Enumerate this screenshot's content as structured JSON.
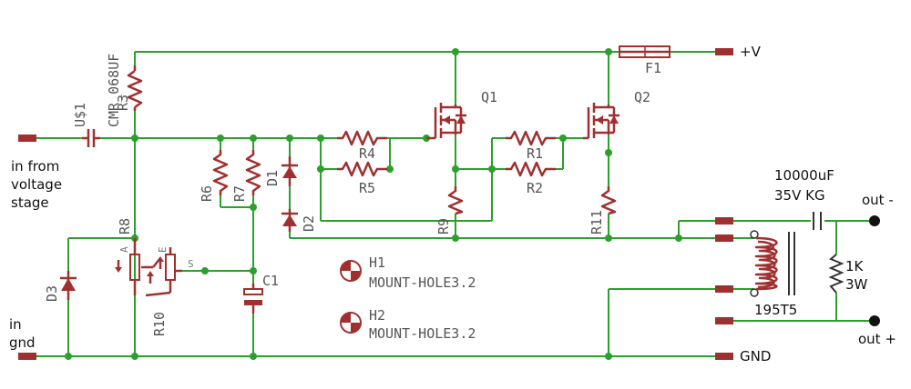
{
  "diagram": {
    "net_labels": {
      "plus_v": "+V",
      "gnd": "GND",
      "in_from_line1": "in from",
      "in_from_line2": "voltage",
      "in_from_line3": "stage",
      "in_gnd_line1": "in",
      "in_gnd_line2": "gnd",
      "out_minus": "out -",
      "out_plus": "out +"
    },
    "components": {
      "us1": "U$1",
      "us1_value": "CMR_068UF",
      "r3": "R3",
      "r6": "R6",
      "r7": "R7",
      "d1": "D1",
      "d2": "D2",
      "d3": "D3",
      "r4": "R4",
      "r5": "R5",
      "q1": "Q1",
      "r1": "R1",
      "r2": "R2",
      "q2": "Q2",
      "r9": "R9",
      "r11": "R11",
      "f1": "F1",
      "r8": "R8",
      "r10": "R10",
      "c1": "C1",
      "h1": "H1",
      "h1_value": "MOUNT-HOLE3.2",
      "h2": "H2",
      "h2_value": "MOUNT-HOLE3.2",
      "cap_value_line1": "10000uF",
      "cap_value_line2": "35V KG",
      "res_value_line1": "1K",
      "res_value_line2": "3W",
      "transformer": "195T5",
      "pot_wiper": "S",
      "pot_pin_a": "A",
      "pot_pin_e": "E"
    }
  }
}
